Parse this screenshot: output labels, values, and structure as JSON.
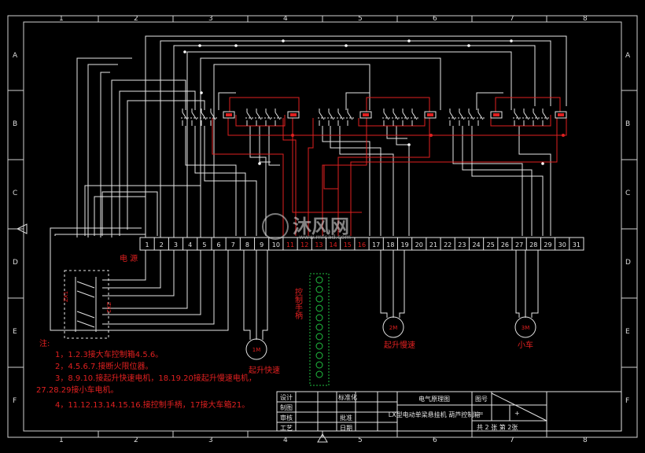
{
  "border": {
    "cols": [
      "1",
      "2",
      "3",
      "4",
      "5",
      "6",
      "7",
      "8"
    ],
    "rows": [
      "A",
      "B",
      "C",
      "D",
      "E",
      "F"
    ]
  },
  "terminals": [
    "1",
    "2",
    "3",
    "4",
    "5",
    "6",
    "7",
    "8",
    "9",
    "10",
    "11",
    "12",
    "13",
    "14",
    "15",
    "16",
    "17",
    "18",
    "19",
    "20",
    "21",
    "22",
    "23",
    "24",
    "25",
    "26",
    "27",
    "28",
    "29",
    "30",
    "31"
  ],
  "labels": {
    "power": "电 源",
    "control_handle": "控制手柄",
    "motor_fast": "起升快速",
    "motor_slow": "起升慢速",
    "motor_trolley": "小车",
    "motor_sym_fast": "1M",
    "motor_sym_slow": "2M",
    "motor_sym_trolley": "3M",
    "switch_box_left": "ZX1",
    "switch_box_right": "ZX2"
  },
  "notes": {
    "title": "注:",
    "lines": [
      "1，1.2.3接大车控制箱4.5.6。",
      "2，4.5.6.7.接断火限位器。",
      "3，8.9.10.接起升快速电机，18.19.20接起升慢速电机，",
      "27.28.29接小车电机。",
      "4，11.12.13.14.15.16.接控制手柄，17接大车箱21。"
    ]
  },
  "title_block": {
    "design": "设计",
    "draw": "制图",
    "check": "审核",
    "process": "工艺",
    "standard": "标准化",
    "approve": "批准",
    "date": "日期",
    "drawing_title": "电气原理图",
    "product_name": "LX型电动单梁悬挂机 葫芦控制箱",
    "drawing_no_label": "图号",
    "sheets": "共 2 张 第 2张"
  },
  "watermark": {
    "brand": "沐风网",
    "url": "www.mfcad.com"
  }
}
